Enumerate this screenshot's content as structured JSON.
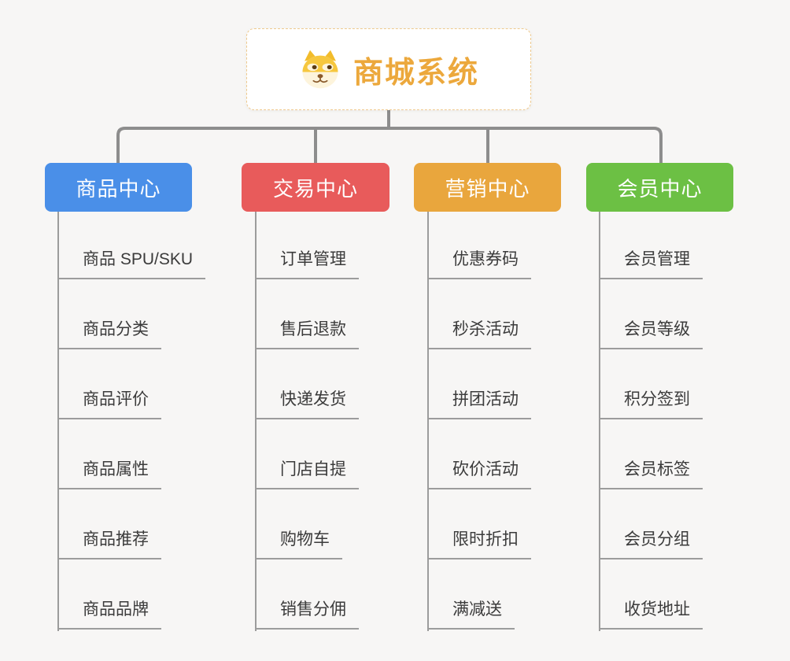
{
  "root": {
    "title": "商城系统",
    "icon": "dog-face-icon"
  },
  "branches": [
    {
      "label": "商品中心",
      "color": "#4A8FE8",
      "children": [
        "商品 SPU/SKU",
        "商品分类",
        "商品评价",
        "商品属性",
        "商品推荐",
        "商品品牌"
      ]
    },
    {
      "label": "交易中心",
      "color": "#E85B5B",
      "children": [
        "订单管理",
        "售后退款",
        "快递发货",
        "门店自提",
        "购物车",
        "销售分佣"
      ]
    },
    {
      "label": "营销中心",
      "color": "#E9A63D",
      "children": [
        "优惠券码",
        "秒杀活动",
        "拼团活动",
        "砍价活动",
        "限时折扣",
        "满减送"
      ]
    },
    {
      "label": "会员中心",
      "color": "#6CC044",
      "children": [
        "会员管理",
        "会员等级",
        "积分签到",
        "会员标签",
        "会员分组",
        "收货地址"
      ]
    }
  ],
  "colors": {
    "background": "#F7F6F5",
    "connector": "#8D8D8D",
    "sub_line": "#9C9C9C",
    "root_title": "#ECA83C",
    "root_border": "#EFC98E"
  }
}
